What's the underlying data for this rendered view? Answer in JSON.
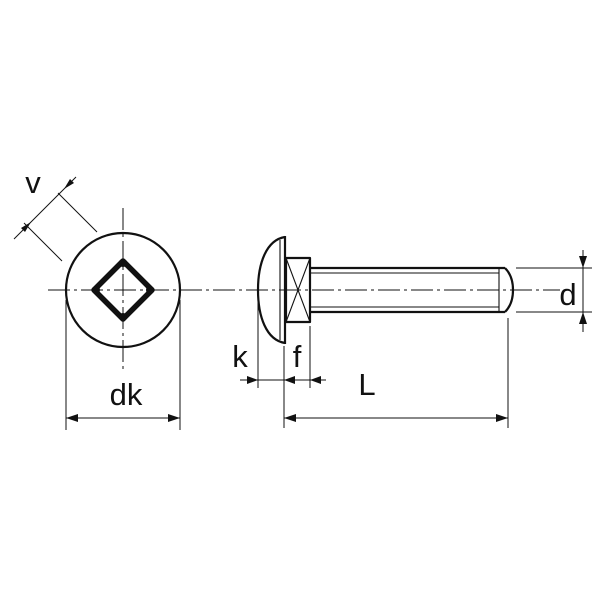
{
  "labels": {
    "v": "v",
    "dk": "dk",
    "k": "k",
    "f": "f",
    "L": "L",
    "d": "d"
  },
  "colors": {
    "line": "#111111",
    "background": "#ffffff"
  }
}
